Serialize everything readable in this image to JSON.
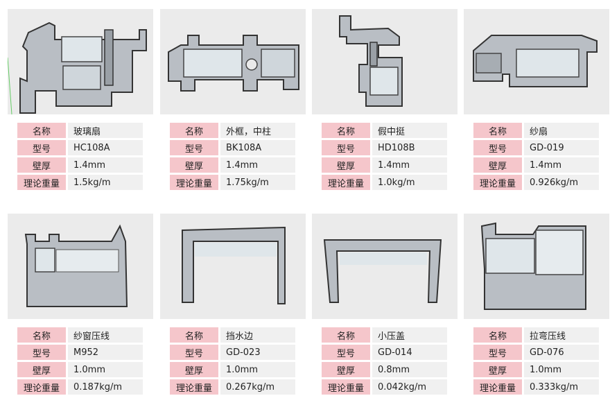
{
  "labels": {
    "name": "名称",
    "model": "型号",
    "thickness": "壁厚",
    "weight": "理论重量"
  },
  "products": [
    {
      "name": "玻璃扇",
      "model": "HC108A",
      "thickness": "1.4mm",
      "weight": "1.5kg/m"
    },
    {
      "name": "外框，中柱",
      "model": "BK108A",
      "thickness": "1.4mm",
      "weight": "1.75kg/m"
    },
    {
      "name": "假中挺",
      "model": "HD108B",
      "thickness": "1.4mm",
      "weight": "1.0kg/m"
    },
    {
      "name": "纱扇",
      "model": "GD-019",
      "thickness": "1.4mm",
      "weight": "0.926kg/m"
    },
    {
      "name": "纱窗压线",
      "model": "M952",
      "thickness": "1.0mm",
      "weight": "0.187kg/m"
    },
    {
      "name": "挡水边",
      "model": "GD-023",
      "thickness": "1.0mm",
      "weight": "0.267kg/m"
    },
    {
      "name": "小压盖",
      "model": "GD-014",
      "thickness": "0.8mm",
      "weight": "0.042kg/m"
    },
    {
      "name": "拉弯压线",
      "model": "GD-076",
      "thickness": "1.0mm",
      "weight": "0.333kg/m"
    }
  ]
}
